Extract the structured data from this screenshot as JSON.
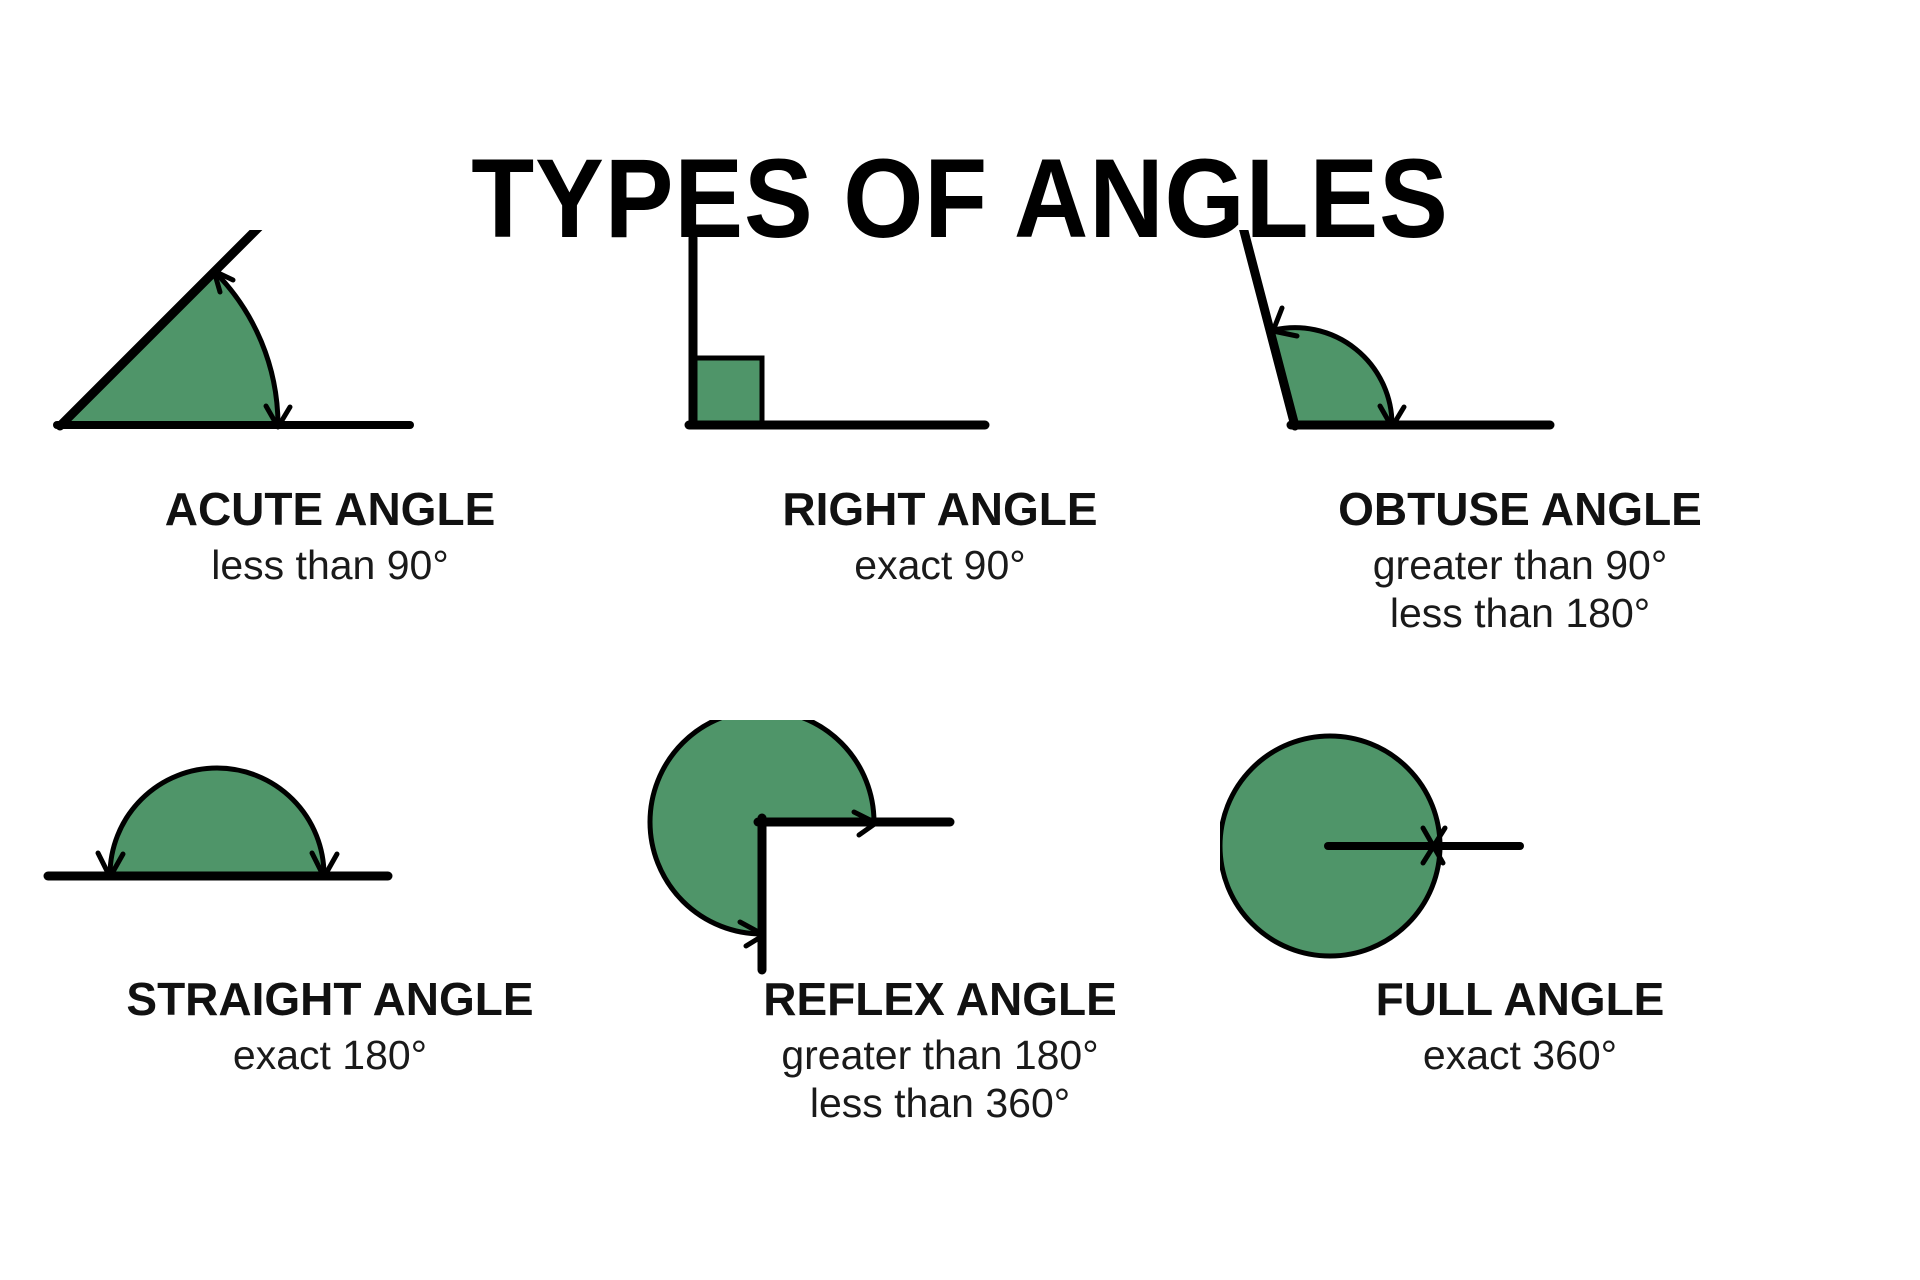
{
  "poster": {
    "title": "TYPES OF ANGLES",
    "background_color": "#ffffff",
    "ink_color": "#000000",
    "accent_green": "#4f9569"
  },
  "angles": [
    {
      "id": "acute",
      "name": "ACUTE ANGLE",
      "desc_line1": "less than 90°",
      "desc_line2": "",
      "figure": "acute-angle-figure",
      "measure_text": "less than 90°"
    },
    {
      "id": "right",
      "name": "RIGHT ANGLE",
      "desc_line1": "exact 90°",
      "desc_line2": "",
      "figure": "right-angle-figure",
      "measure_text": "exact 90°"
    },
    {
      "id": "obtuse",
      "name": "OBTUSE ANGLE",
      "desc_line1": "greater than 90°",
      "desc_line2": "less than 180°",
      "figure": "obtuse-angle-figure",
      "measure_text": "greater than 90° less than 180°"
    },
    {
      "id": "straight",
      "name": "STRAIGHT ANGLE",
      "desc_line1": "exact 180°",
      "desc_line2": "",
      "figure": "straight-angle-figure",
      "measure_text": "exact 180°"
    },
    {
      "id": "reflex",
      "name": "REFLEX ANGLE",
      "desc_line1": "greater than 180°",
      "desc_line2": "less than 360°",
      "figure": "reflex-angle-figure",
      "measure_text": "greater than 180° less than 360°"
    },
    {
      "id": "full",
      "name": "FULL ANGLE",
      "desc_line1": "exact 360°",
      "desc_line2": "",
      "figure": "full-angle-figure",
      "measure_text": "exact 360°"
    }
  ]
}
